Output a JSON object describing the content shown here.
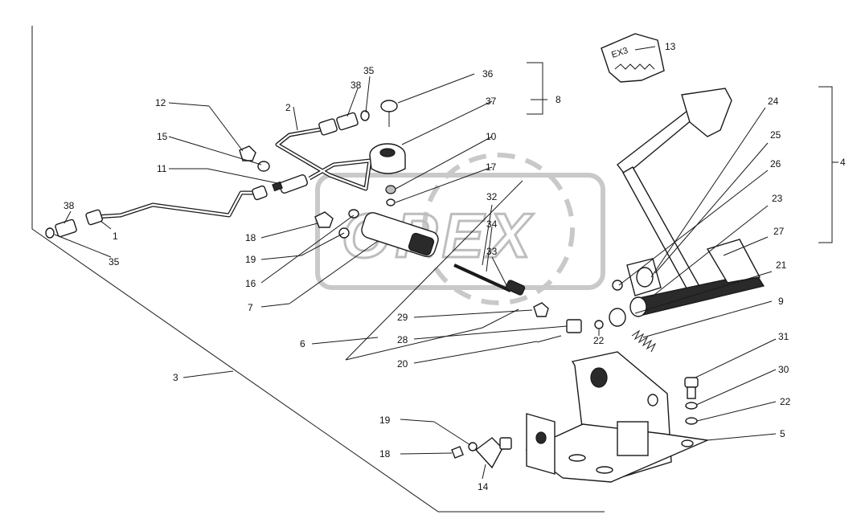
{
  "watermark": {
    "text": "OPEX"
  },
  "pedal_pad_text": "EX3",
  "labels": {
    "l1": "1",
    "l2": "2",
    "l3": "3",
    "l4": "4",
    "l5": "5",
    "l6": "6",
    "l7": "7",
    "l8": "8",
    "l9": "9",
    "l10": "10",
    "l11": "11",
    "l12": "12",
    "l13": "13",
    "l14": "14",
    "l15": "15",
    "l16": "16",
    "l17": "17",
    "l18a": "18",
    "l18b": "18",
    "l19a": "19",
    "l19b": "19",
    "l20": "20",
    "l21": "21",
    "l22a": "22",
    "l22b": "22",
    "l23": "23",
    "l24": "24",
    "l25": "25",
    "l26": "26",
    "l27": "27",
    "l28": "28",
    "l29": "29",
    "l30": "30",
    "l31": "31",
    "l32": "32",
    "l33": "33",
    "l34": "34",
    "l35a": "35",
    "l35b": "35",
    "l36": "36",
    "l37": "37",
    "l38a": "38",
    "l38b": "38"
  }
}
